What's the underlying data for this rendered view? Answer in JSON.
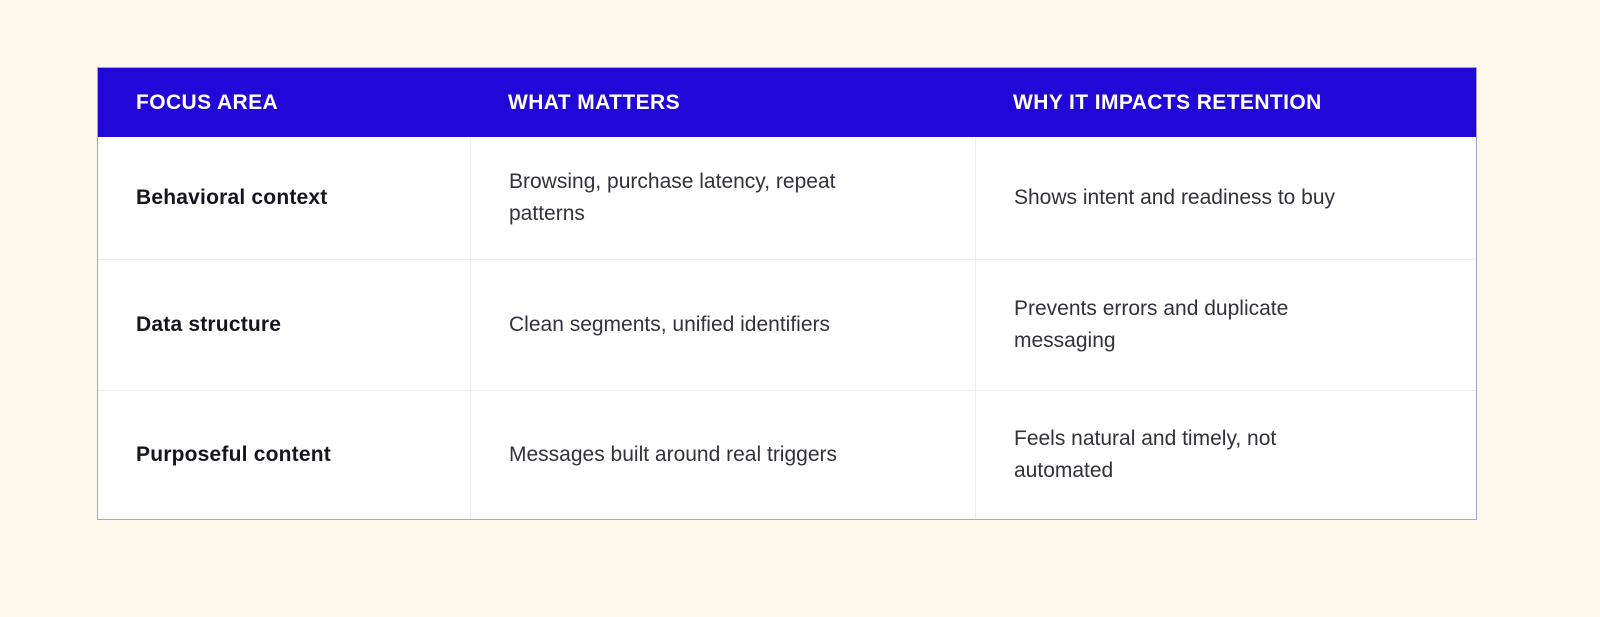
{
  "theme": {
    "page_bg": "#FCF8EC",
    "header_bg": "#2208D8",
    "header_text": "#FFFFFF",
    "cell_bg": "#FFFFFF",
    "outer_border": "#A7A1E0",
    "divider": "#ECECEC",
    "focus_text": "#17141F",
    "body_text": "#32313C"
  },
  "table": {
    "columns": [
      {
        "label": "FOCUS AREA"
      },
      {
        "label": "WHAT MATTERS"
      },
      {
        "label": "WHY IT IMPACTS RETENTION"
      }
    ],
    "rows": [
      {
        "focus_area": "Behavioral context",
        "what_matters": "Browsing, purchase latency, repeat patterns",
        "why_it_impacts_retention": "Shows intent and readiness to buy"
      },
      {
        "focus_area": "Data structure",
        "what_matters": "Clean segments, unified identifiers",
        "why_it_impacts_retention": "Prevents errors and duplicate messaging"
      },
      {
        "focus_area": "Purposeful content",
        "what_matters": "Messages built around real triggers",
        "why_it_impacts_retention": "Feels natural and timely, not automated"
      }
    ]
  }
}
